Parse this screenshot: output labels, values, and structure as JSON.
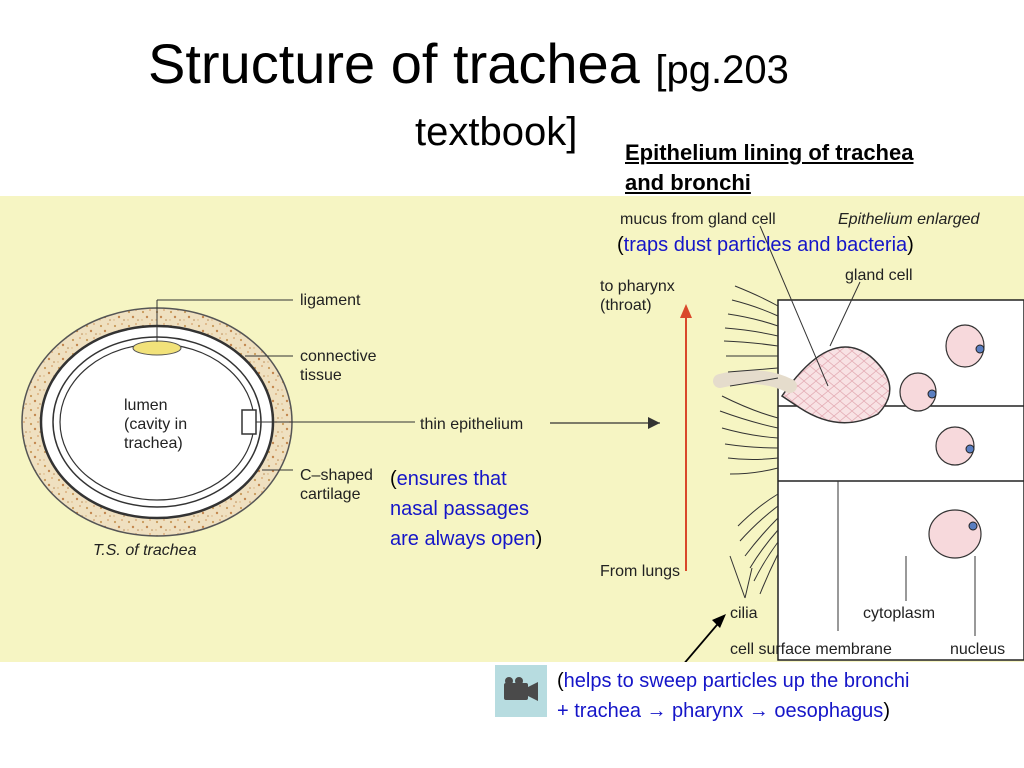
{
  "title": {
    "main": "Structure of trachea",
    "ref_part1": "[pg.203",
    "ref_part2": "textbook]"
  },
  "epithelium_title": {
    "line1": "Epithelium lining of trachea",
    "line2": "and bronchi"
  },
  "labels": {
    "ligament": "ligament",
    "connective_1": "connective",
    "connective_2": "tissue",
    "lumen_1": "lumen",
    "lumen_2": "(cavity in",
    "lumen_3": "trachea)",
    "thin_epithelium": "thin epithelium",
    "cshaped_1": "C–shaped",
    "cshaped_2": "cartilage",
    "ts_caption": "T.S. of trachea",
    "mucus": "mucus from gland cell",
    "epi_enlarged": "Epithelium enlarged",
    "gland_cell": "gland cell",
    "to_pharynx_1": "to pharynx",
    "to_pharynx_2": "(throat)",
    "from_lungs": "From lungs",
    "cilia": "cilia",
    "cytoplasm": "cytoplasm",
    "cell_surface_membrane": "cell surface membrane",
    "nucleus": "nucleus"
  },
  "notes": {
    "traps_open": "(",
    "traps": "traps dust particles and bacteria",
    "traps_close": ")",
    "ensures_open": "(",
    "ensures_1": "ensures that",
    "ensures_2": "nasal passages",
    "ensures_3": "are always open",
    "ensures_close": ")",
    "sweep_open": "(",
    "sweep_1": "helps to sweep particles up the bronchi",
    "sweep_2": "+ trachea → pharynx → oesophagus",
    "sweep_close": ")"
  },
  "icons": {
    "video": "video-camera-icon"
  },
  "colors": {
    "panel_bg": "#f6f5c3",
    "note_blue": "#1515c8",
    "arrow_red": "#d9482a",
    "video_button_bg": "#b7dce0"
  }
}
